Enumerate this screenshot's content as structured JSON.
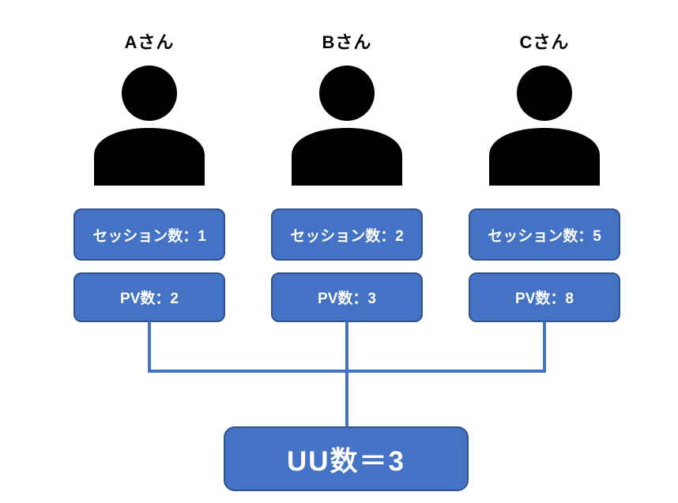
{
  "users": [
    {
      "name": "Aさん",
      "session_label": "セッション数：1",
      "pv_label": "PV数：2"
    },
    {
      "name": "Bさん",
      "session_label": "セッション数：2",
      "pv_label": "PV数：3"
    },
    {
      "name": "Cさん",
      "session_label": "セッション数：5",
      "pv_label": "PV数：8"
    }
  ],
  "result": {
    "label": "UU数＝3"
  },
  "colors": {
    "box_fill": "#4472C4",
    "box_border": "#2F528F",
    "connector": "#4472C4",
    "icon": "#000000",
    "text_on_box": "#FFFFFF",
    "label_text": "#000000",
    "background": "#FFFFFF"
  }
}
